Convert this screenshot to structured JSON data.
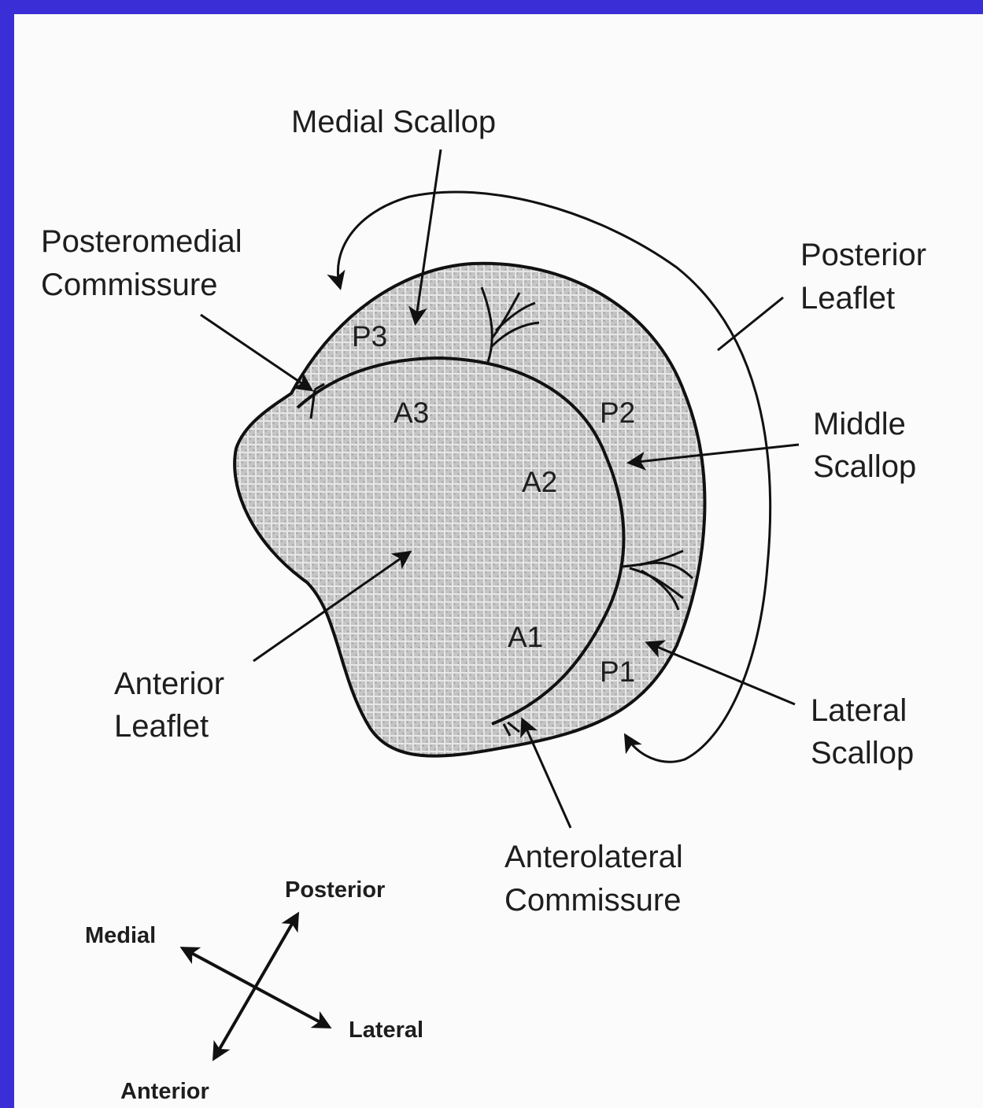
{
  "diagram": {
    "labels": {
      "medial_scallop": "Medial Scallop",
      "posteromedial_line1": "Posteromedial",
      "posteromedial_line2": "Commissure",
      "posterior_leaflet_line1": "Posterior",
      "posterior_leaflet_line2": "Leaflet",
      "middle_scallop_line1": "Middle",
      "middle_scallop_line2": "Scallop",
      "anterior_leaflet_line1": "Anterior",
      "anterior_leaflet_line2": "Leaflet",
      "lateral_scallop_line1": "Lateral",
      "lateral_scallop_line2": "Scallop",
      "anterolateral_line1": "Anterolateral",
      "anterolateral_line2": "Commissure"
    },
    "segments": {
      "p1": "P1",
      "p2": "P2",
      "p3": "P3",
      "a1": "A1",
      "a2": "A2",
      "a3": "A3"
    },
    "compass": {
      "posterior": "Posterior",
      "anterior": "Anterior",
      "medial": "Medial",
      "lateral": "Lateral"
    }
  },
  "colors": {
    "frame_border": "#3a2fd6",
    "background": "#fbfbfb",
    "leaflet_fill": "#c9c9c9",
    "ink": "#111111"
  }
}
